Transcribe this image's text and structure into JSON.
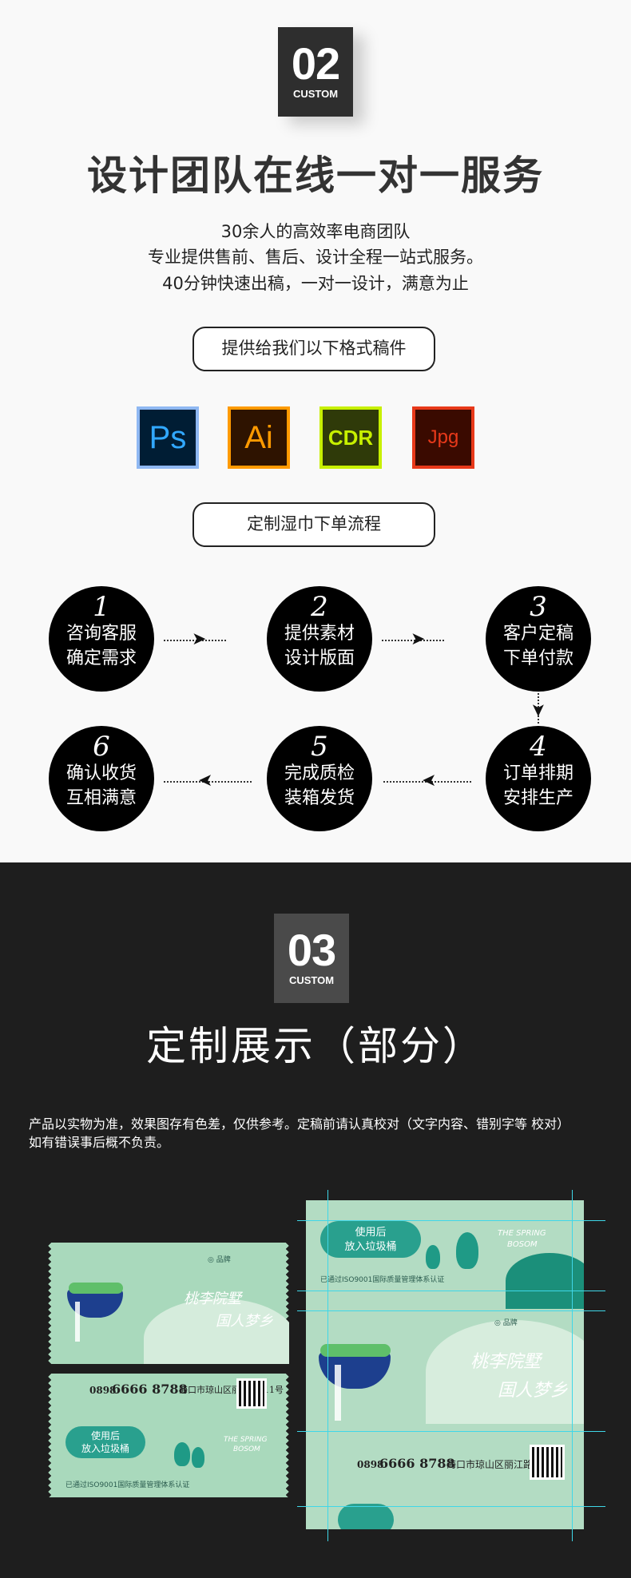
{
  "section1": {
    "badge_num": "02",
    "badge_sub": "CUSTOM",
    "title": "设计团队在线一对一服务",
    "desc_lines": [
      "30余人的高效率电商团队",
      "专业提供售前、售后、设计全程一站式服务。",
      "40分钟快速出稿，一对一设计，满意为止"
    ],
    "formats_label": "提供给我们以下格式稿件",
    "formats": [
      {
        "label": "Ps",
        "icon": "photoshop-icon",
        "bg": "#001d34",
        "border": "#8fb8f2",
        "color": "#31a8ff"
      },
      {
        "label": "Ai",
        "icon": "illustrator-icon",
        "bg": "#2e1300",
        "border": "#ff9a00",
        "color": "#ff9a00"
      },
      {
        "label": "CDR",
        "icon": "coreldraw-icon",
        "bg": "#2f3a09",
        "border": "#c7f000",
        "color": "#c7f000"
      },
      {
        "label": "Jpg",
        "icon": "jpg-icon",
        "bg": "#3a0a00",
        "border": "#e8391a",
        "color": "#e8391a"
      }
    ],
    "process_label": "定制湿巾下单流程",
    "steps": [
      {
        "n": "1",
        "l1": "咨询客服",
        "l2": "确定需求"
      },
      {
        "n": "2",
        "l1": "提供素材",
        "l2": "设计版面"
      },
      {
        "n": "3",
        "l1": "客户定稿",
        "l2": "下单付款"
      },
      {
        "n": "4",
        "l1": "订单排期",
        "l2": "安排生产"
      },
      {
        "n": "5",
        "l1": "完成质检",
        "l2": "装箱发货"
      },
      {
        "n": "6",
        "l1": "确认收货",
        "l2": "互相满意"
      }
    ]
  },
  "section2": {
    "badge_num": "03",
    "badge_sub": "CUSTOM",
    "title": "定制展示（部分）",
    "note_lines": [
      "产品以实物为准，效果图存有色差，仅供参考。定稿前请认真校对（文字内容、错别字等 校对）",
      "如有错误事后概不负责。"
    ],
    "product": {
      "slogan_line1": "桃李院墅",
      "slogan_line2": "国人梦乡",
      "cloud_line1": "使用后",
      "cloud_line2": "放入垃圾桶",
      "brand_line1": "THE SPRING",
      "brand_line2": "BOSOM",
      "phone_prefix": "0898",
      "phone": "6666 8788",
      "address": "海口市琼山区丽江路111号",
      "cert": "已通过ISO9001国际质量管理体系认证"
    }
  }
}
